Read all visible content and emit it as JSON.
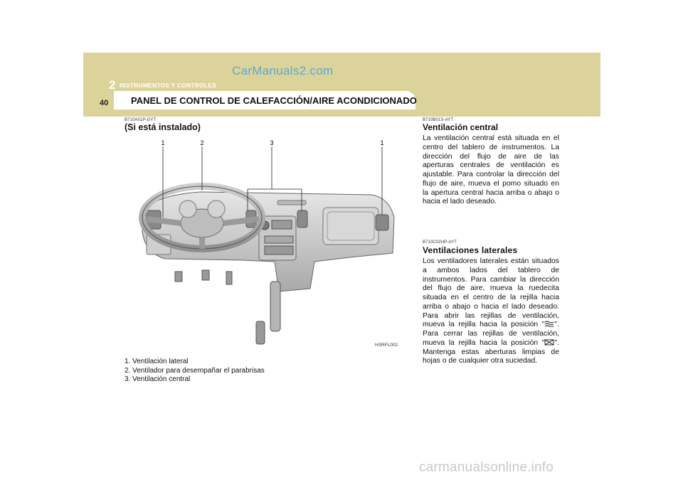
{
  "header": {
    "chapter_number": "2",
    "chapter_title": "INSTRUMENTOS Y CONTROLES",
    "page_number": "40",
    "section_title": "PANEL DE CONTROL DE CALEFACCIÓN/AIRE ACONDICIONADO",
    "band_color": "#dcd39a"
  },
  "watermark_top": "CarManuals2.com",
  "left": {
    "code": "B710A01P-GYT",
    "heading": "(Si está instalado)",
    "figure": {
      "callouts": [
        "1",
        "2",
        "3",
        "1"
      ],
      "code": "HSRFL002"
    },
    "legend": [
      "1. Ventilación lateral",
      "2. Ventilador para desempañar el parabrisas",
      "3. Ventilación central"
    ]
  },
  "right": {
    "section1": {
      "code": "B710B01S-AYT",
      "heading": "Ventilación central",
      "body": "La ventilación central está situada en el centro del tablero de instrumentos. La dirección del flujo de aire de las aperturas centrales de ventilación es ajustable. Para controlar la dirección del flujo de aire, mueva el pomo situado en la apertura central hacia arriba o abajo o hacia el lado deseado."
    },
    "section2": {
      "code": "B710C02HP-AYT",
      "heading": "Ventilaciones laterales",
      "body_part1": "Los ventiladores laterales están situados a ambos lados del tablero de instrumentos. Para cambiar la dirección del flujo de aire, mueva la ruedecita situada en el centro de la rejilla hacia arriba o abajo o hacia el lado deseado. Para abrir las rejillas de ventilación, mueva la rejilla hacia la posición \"",
      "body_part2": "\". Para cerrar las rejillas de ventilación, mueva la rejilla hacia la posición \"",
      "body_part3": "\". Mantenga estas aberturas limpias de hojas o de cualquier otra suciedad.",
      "open_icon": "vent-open-icon",
      "closed_icon": "vent-closed-icon"
    }
  },
  "watermark_bottom": "carmanualsonline.info"
}
